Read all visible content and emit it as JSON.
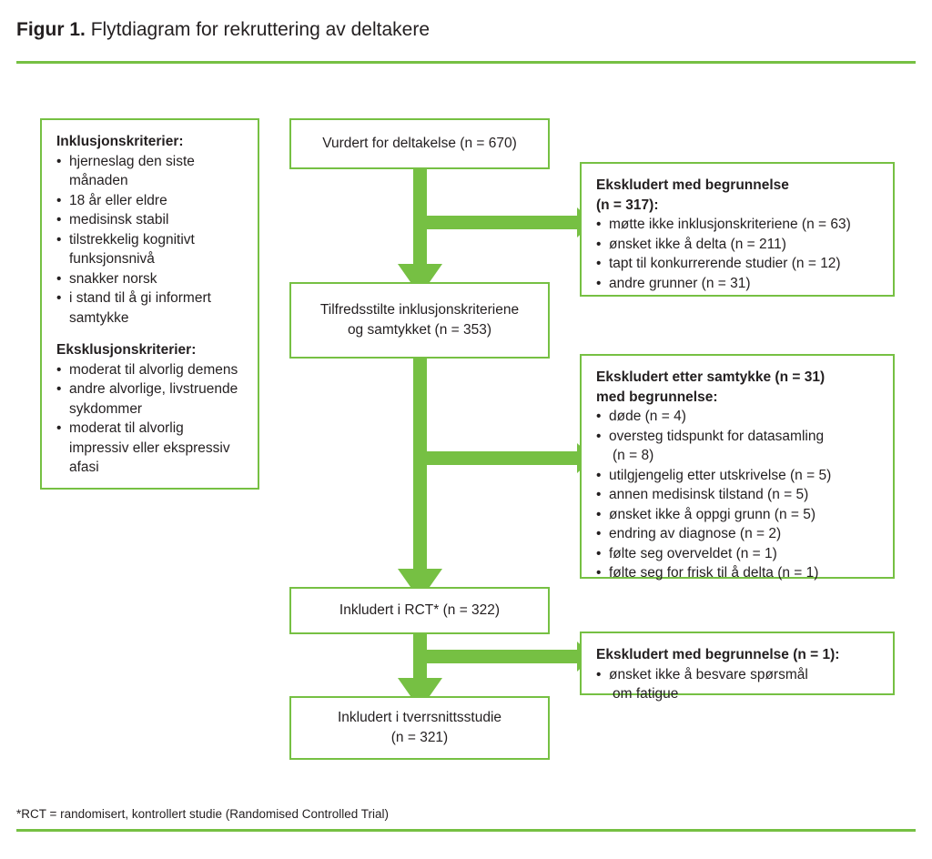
{
  "figure": {
    "label": "Figur 1.",
    "title": "Flytdiagram for rekruttering av deltakere",
    "footnote": "*RCT = randomisert, kontrollert studie (Randomised Controlled Trial)",
    "accent_color": "#76c043",
    "text_color": "#231f20",
    "background": "#ffffff"
  },
  "criteria": {
    "inclusion_heading": "Inklusjonskriterier:",
    "inclusion_items": [
      "hjerneslag den siste månaden",
      "18 år eller eldre",
      "medisinsk stabil",
      "tilstrekkelig kognitivt funksjonsnivå",
      "snakker norsk",
      "i stand til å gi informert samtykke"
    ],
    "exclusion_heading": "Eksklusjonskriterier:",
    "exclusion_items": [
      "moderat til alvorlig demens",
      "andre alvorlige, livstruende sykdommer",
      "moderat til alvorlig impressiv eller ekspressiv afasi"
    ]
  },
  "flow": {
    "assessed": "Vurdert for deltakelse (n = 670)",
    "met_criteria_line1": "Tilfredsstilte inklusjonskriteriene",
    "met_criteria_line2": "og samtykket (n = 353)",
    "included_rct": "Inkludert i RCT* (n = 322)",
    "included_cross_line1": "Inkludert i tverrsnittsstudie",
    "included_cross_line2": "(n = 321)"
  },
  "excluded_1": {
    "heading_line1": "Ekskludert med begrunnelse",
    "heading_line2": "(n = 317):",
    "items": [
      "møtte ikke inklusjonskriteriene (n = 63)",
      "ønsket ikke å delta (n = 211)",
      "tapt til konkurrerende studier (n = 12)",
      "andre grunner (n = 31)"
    ]
  },
  "excluded_2": {
    "heading_line1": "Ekskludert etter samtykke (n = 31)",
    "heading_line2": "med begrunnelse:",
    "items": [
      {
        "text": "døde (n = 4)",
        "cont": ""
      },
      {
        "text": "oversteg tidspunkt for datasamling",
        "cont": "(n = 8)"
      },
      {
        "text": "utilgjengelig etter utskrivelse (n = 5)",
        "cont": ""
      },
      {
        "text": "annen medisinsk tilstand (n = 5)",
        "cont": ""
      },
      {
        "text": "ønsket ikke å oppgi grunn (n = 5)",
        "cont": ""
      },
      {
        "text": "endring av diagnose (n = 2)",
        "cont": ""
      },
      {
        "text": "følte seg overveldet (n = 1)",
        "cont": ""
      },
      {
        "text": "følte seg for frisk til å delta (n = 1)",
        "cont": ""
      }
    ]
  },
  "excluded_3": {
    "heading_line1": "Ekskludert med begrunnelse (n = 1):",
    "items": [
      {
        "text": "ønsket ikke å besvare spørsmål",
        "cont": "om fatigue"
      }
    ]
  },
  "chart_data": {
    "type": "flowchart",
    "title": "Flytdiagram for rekruttering av deltakere",
    "nodes": [
      {
        "id": "assessed",
        "label": "Vurdert for deltakelse",
        "n": 670
      },
      {
        "id": "met",
        "label": "Tilfredsstilte inklusjonskriteriene og samtykket",
        "n": 353
      },
      {
        "id": "rct",
        "label": "Inkludert i RCT*",
        "n": 322
      },
      {
        "id": "cross",
        "label": "Inkludert i tverrsnittsstudie",
        "n": 321
      },
      {
        "id": "excl1",
        "label": "Ekskludert med begrunnelse",
        "n": 317
      },
      {
        "id": "excl2",
        "label": "Ekskludert etter samtykke med begrunnelse",
        "n": 31
      },
      {
        "id": "excl3",
        "label": "Ekskludert med begrunnelse",
        "n": 1
      }
    ],
    "edges": [
      {
        "from": "assessed",
        "to": "excl1"
      },
      {
        "from": "assessed",
        "to": "met"
      },
      {
        "from": "met",
        "to": "excl2"
      },
      {
        "from": "met",
        "to": "rct"
      },
      {
        "from": "rct",
        "to": "excl3"
      },
      {
        "from": "rct",
        "to": "cross"
      }
    ]
  }
}
